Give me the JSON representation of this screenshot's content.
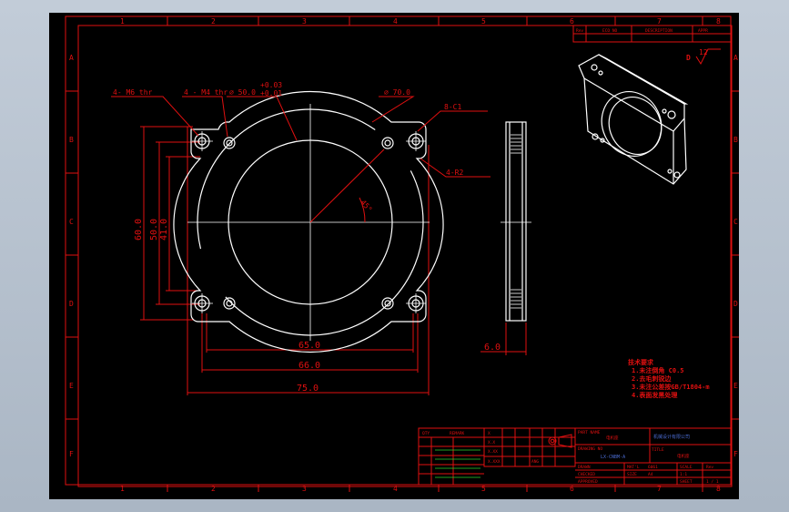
{
  "border": {
    "columns": [
      "1",
      "2",
      "3",
      "4",
      "5",
      "6",
      "7",
      "8"
    ],
    "rows": [
      "A",
      "B",
      "C",
      "D",
      "E",
      "F"
    ]
  },
  "revision_table": {
    "headers": [
      "Rev",
      "ECO NO",
      "DESCRIPTION",
      "APPR"
    ]
  },
  "surface_finish": {
    "letter": "D",
    "value": "12"
  },
  "callouts": {
    "m6_thread": "4- M6 thr",
    "m4_thread": "4 - M4 thr",
    "bore_dia": "⌀ 50.0",
    "bore_tol_upper": "+0.03",
    "bore_tol_lower": "+0.01",
    "outer_dia": "⌀ 70.0",
    "chamfer": "8-C1",
    "corner_radius": "4-R2",
    "angle": "45°"
  },
  "dimensions": {
    "width_outer": "75.0",
    "width_mid": "66.0",
    "width_inner": "65.0",
    "height_outer": "60.0",
    "height_mid": "50.0",
    "height_inner": "41.0",
    "thickness": "6.0"
  },
  "notes": {
    "lines": [
      "技术要求",
      "1.未注倒角 C0.5",
      "2.去毛刺锐边",
      "3.未注公差按GB/T1804-m",
      "4.表面发黑处理"
    ]
  },
  "title_block": {
    "tol_labels": [
      "X",
      "X.X",
      "X.XX",
      "X.XXX",
      "ANG"
    ],
    "part_name_label": "PART NAME",
    "part_name": "电机座",
    "drawing_no_label": "DRAWING NO",
    "drawing_no": "LX-CNBM-A",
    "title_label": "TITLE",
    "company": "机械设计有限公司",
    "material_label": "MAT'L",
    "material": "6061",
    "scale_label": "SCALE",
    "scale": "1:1",
    "rev_label": "Rev",
    "sheet_label": "SHEET",
    "sheet": "1 / 1",
    "size_label": "SIZE",
    "size": "A4",
    "drawn_label": "DRAWN",
    "checked_label": "CHECKED",
    "approved_label": "APPROVED",
    "left_header_a": "QTY",
    "left_header_b": "REMARK"
  }
}
